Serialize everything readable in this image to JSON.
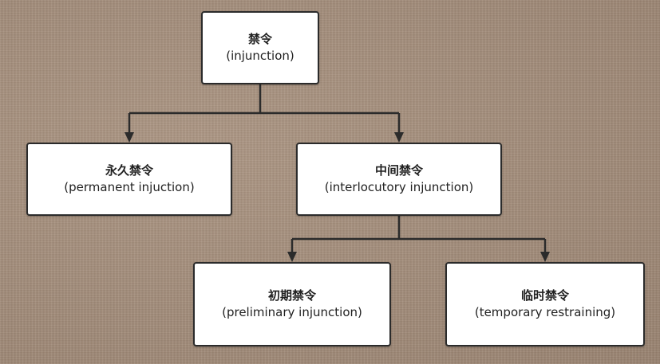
{
  "diagram": {
    "nodes": [
      {
        "id": "root",
        "zh": "禁令",
        "en": "(injunction)"
      },
      {
        "id": "permanent",
        "zh": "永久禁令",
        "en": "(permanent injuction)"
      },
      {
        "id": "interlocutory",
        "zh": "中间禁令",
        "en": "(interlocutory injunction)"
      },
      {
        "id": "preliminary",
        "zh": "初期禁令",
        "en": "(preliminary injunction)"
      },
      {
        "id": "temporary",
        "zh": "临时禁令",
        "en": "(temporary restraining)"
      }
    ],
    "edges": [
      {
        "from": "root",
        "to": "permanent"
      },
      {
        "from": "root",
        "to": "interlocutory"
      },
      {
        "from": "interlocutory",
        "to": "preliminary"
      },
      {
        "from": "interlocutory",
        "to": "temporary"
      }
    ]
  },
  "colors": {
    "box_fill": "#ffffff",
    "line": "#2b2b2b",
    "background": "#a58d79"
  }
}
